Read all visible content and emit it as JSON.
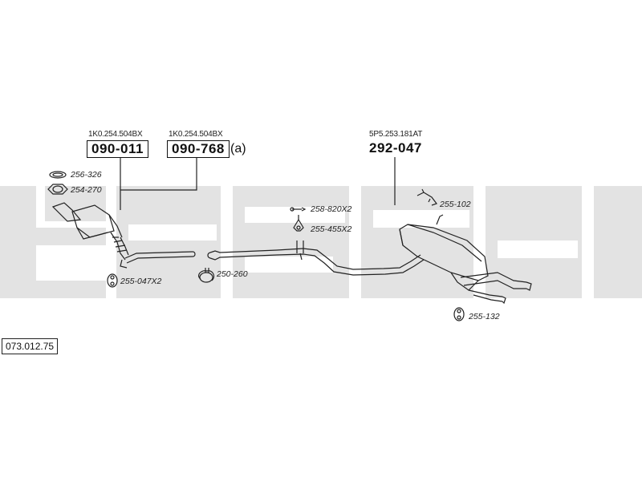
{
  "diagram": {
    "id": "073.012.75",
    "watermark_color": "#e3e3e3",
    "line_color": "#222222",
    "main_parts": [
      {
        "ref": "1K0.254.504BX",
        "number": "090-011",
        "suffix": ""
      },
      {
        "ref": "1K0.254.504BX",
        "number": "090-768",
        "suffix": "(a)"
      },
      {
        "ref": "5P5.253.181AT",
        "number": "292-047",
        "suffix": ""
      }
    ],
    "accessories": [
      {
        "code": "256-326",
        "icon": "gasket-ring-icon"
      },
      {
        "code": "254-270",
        "icon": "flange-gasket-icon"
      },
      {
        "code": "255-047X2",
        "icon": "rubber-mount-icon"
      },
      {
        "code": "250-260",
        "icon": "clamp-icon"
      },
      {
        "code": "258-820X2",
        "icon": "bolt-icon"
      },
      {
        "code": "255-455X2",
        "icon": "hanger-bracket-icon"
      },
      {
        "code": "255-102",
        "icon": "hanger-icon"
      },
      {
        "code": "255-132",
        "icon": "rubber-mount-icon"
      }
    ]
  }
}
